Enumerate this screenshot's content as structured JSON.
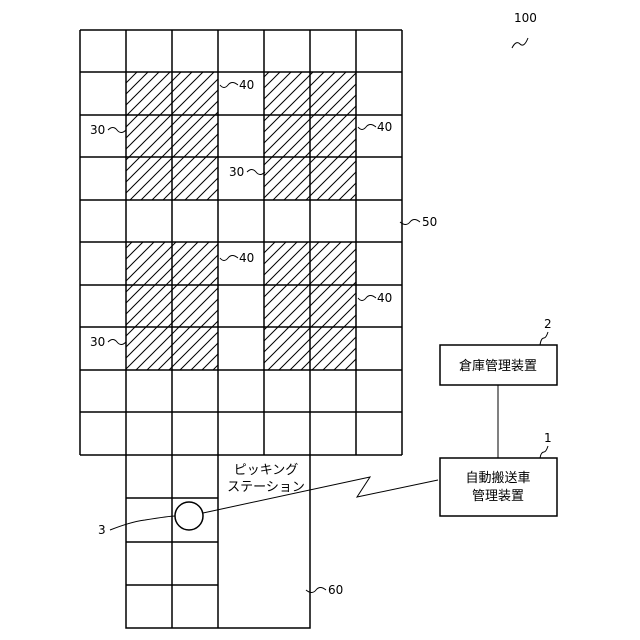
{
  "figure_number": "100",
  "warehouse_label": "50",
  "picking_area_label": "60",
  "rack_label_a": "30",
  "rack_label_b": "30",
  "rack_label_c": "30",
  "rack_label_d": "40",
  "rack_label_e": "40",
  "rack_label_f": "40",
  "rack_label_g": "40",
  "picking_station": {
    "line1": "ピッキング",
    "line2": "ステーション"
  },
  "vehicle_label": "3",
  "warehouse_management": {
    "ref": "2",
    "label": "倉庫管理装置"
  },
  "vehicle_management": {
    "ref": "1",
    "line1": "自動搬送車",
    "line2": "管理装置"
  }
}
